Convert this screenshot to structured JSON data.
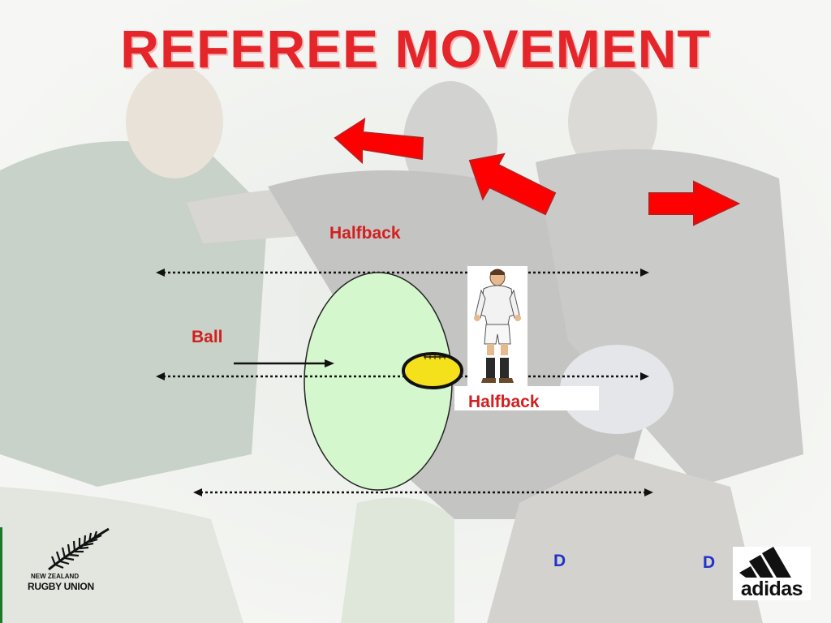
{
  "slide": {
    "title": "REFEREE MOVEMENT",
    "halfback_top": "Halfback",
    "halfback_bottom": "Halfback",
    "ball_label": "Ball",
    "d_label_1": "D",
    "d_label_2": "D"
  },
  "logos": {
    "nzru_line1": "NEW ZEALAND",
    "nzru_line2": "RUGBY UNION",
    "adidas": "adidas"
  },
  "colors": {
    "title": "#e4262b",
    "arrow_fill": "#ff0000",
    "ruck_fill": "#d5f7cd",
    "ball_fill": "#f5e11b",
    "label_red": "#d21f1f",
    "label_blue": "#1f33c8"
  }
}
